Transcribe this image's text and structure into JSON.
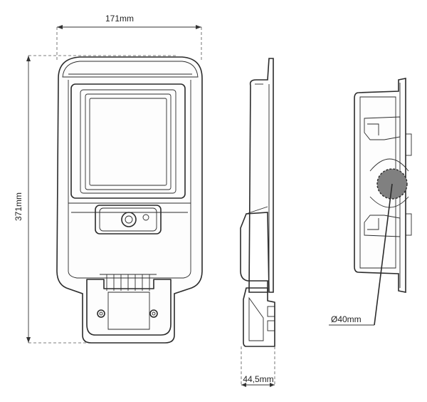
{
  "dimensions": {
    "width_label": "171mm",
    "height_label": "371mm",
    "depth_label": "44,5mm",
    "diameter_label": "Ø40mm"
  },
  "colors": {
    "line": "#2b2b2b",
    "pole_fill": "#808080",
    "background": "#ffffff"
  }
}
